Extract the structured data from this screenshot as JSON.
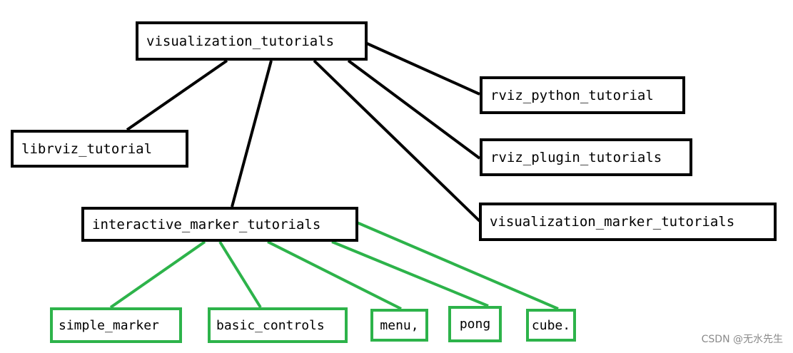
{
  "colors": {
    "root_edges": "#000000",
    "child_edges": "#2db34a"
  },
  "nodes": {
    "root": "visualization_tutorials",
    "librviz": "librviz_tutorial",
    "rviz_python": "rviz_python_tutorial",
    "rviz_plugin": "rviz_plugin_tutorials",
    "viz_marker": "visualization_marker_tutorials",
    "interactive": "interactive_marker_tutorials",
    "simple_marker": "simple_marker",
    "basic_controls": "basic_controls",
    "menu": "menu,",
    "pong": "pong",
    "cube": "cube."
  },
  "watermark": "CSDN @无水先生"
}
